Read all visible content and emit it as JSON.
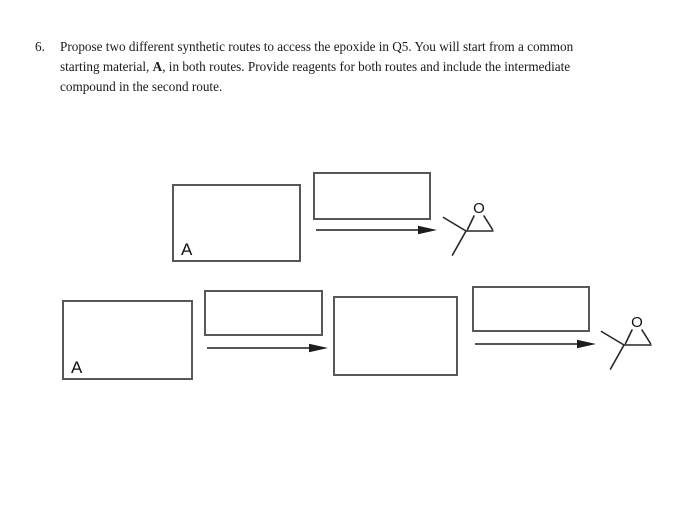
{
  "question": {
    "number": "6.",
    "line1": "Propose two different synthetic routes to access the epoxide in Q5. You will start from a common",
    "line2_pre": "starting material, ",
    "line2_bold": "A",
    "line2_post": ", in both routes. Provide reagents for both routes and include the intermediate",
    "line3": "compound in the second route."
  },
  "scheme": {
    "route1": {
      "start_label": "A",
      "reagent_box_value": "",
      "product_oxygen_label": "O"
    },
    "route2": {
      "start_label": "A",
      "reagent_box_1_value": "",
      "intermediate_box_value": "",
      "reagent_box_2_value": "",
      "product_oxygen_label": "O"
    }
  },
  "colors": {
    "background": "#ffffff",
    "box_border": "#575757",
    "ink": "#1d1d1d",
    "text": "#1a1a1a"
  }
}
